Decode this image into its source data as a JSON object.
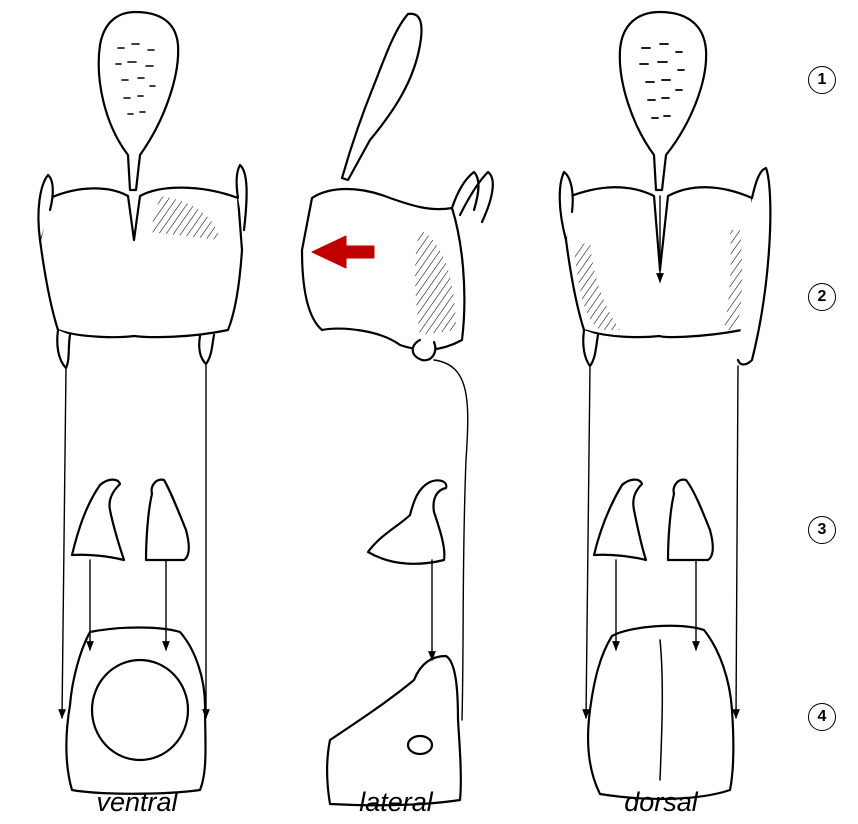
{
  "views": [
    {
      "id": "ventral",
      "label": "ventral"
    },
    {
      "id": "lateral",
      "label": "lateral"
    },
    {
      "id": "dorsal",
      "label": "dorsal"
    }
  ],
  "markers": [
    {
      "label": "1",
      "part": "epiglottis"
    },
    {
      "label": "2",
      "part": "thyroid-cartilage"
    },
    {
      "label": "3",
      "part": "arytenoid-cartilages"
    },
    {
      "label": "4",
      "part": "cricoid-cartilage"
    }
  ],
  "colors": {
    "ink": "#000000",
    "arrow": "#c00000",
    "background": "#ffffff"
  }
}
